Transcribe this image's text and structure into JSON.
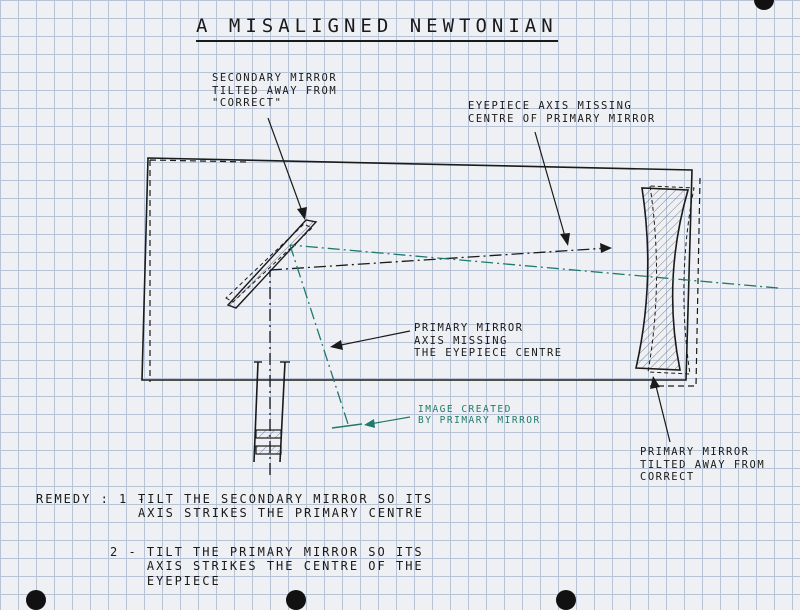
{
  "title": "A MISALIGNED NEWTONIAN",
  "labels": {
    "secondary_mirror": "SECONDARY MIRROR\nTILTED AWAY FROM\n\"CORRECT\"",
    "eyepiece_axis": "EYEPIECE AXIS MISSING\nCENTRE OF PRIMARY MIRROR",
    "primary_axis": "PRIMARY MIRROR\nAXIS MISSING\nTHE EYEPIECE CENTRE",
    "image_created": "IMAGE CREATED\nBY PRIMARY MIRROR",
    "primary_mirror": "PRIMARY MIRROR\nTILTED AWAY FROM\nCORRECT"
  },
  "remedy": {
    "label": "REMEDY : 1 -",
    "step1": "TILT THE SECONDARY MIRROR SO ITS\nAXIS STRIKES THE PRIMARY CENTRE",
    "step2": "2 - TILT THE PRIMARY MIRROR SO ITS\n    AXIS STRIKES THE CENTRE OF THE\n    EYEPIECE"
  },
  "colors": {
    "ink": "#1a1a1a",
    "green_ink": "#1f7a6a",
    "grid": "#b9c3d6",
    "paper": "#eef0f4"
  }
}
